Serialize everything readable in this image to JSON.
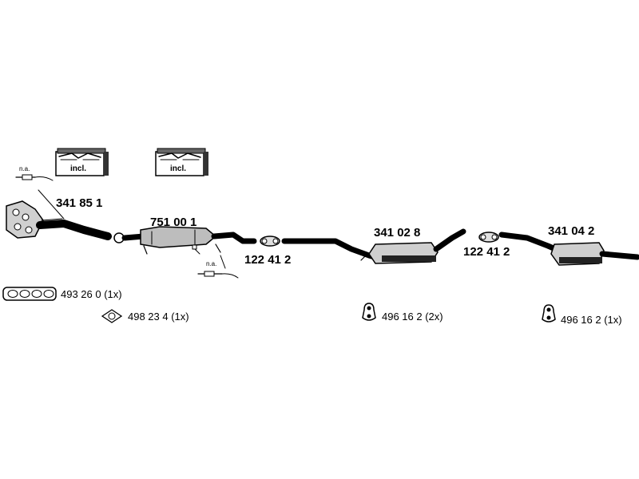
{
  "labels": {
    "manifold": "341 85 1",
    "catalyst": "751 00 1",
    "clamp_1": "122 41 2",
    "middle_silencer": "341 02 8",
    "clamp_2": "122 41 2",
    "rear_silencer": "341 04 2"
  },
  "accessories": {
    "gasket_manifold": "493 26 0 (1x)",
    "gasket_flange": "498 23 4 (1x)",
    "rubber_mount_mid": "496 16 2 (2x)",
    "rubber_mount_rear": "496 16 2 (1x)"
  },
  "notes": {
    "na_1": "n.a.",
    "na_2": "n.a.",
    "incl_1": "incl.",
    "incl_2": "incl."
  }
}
